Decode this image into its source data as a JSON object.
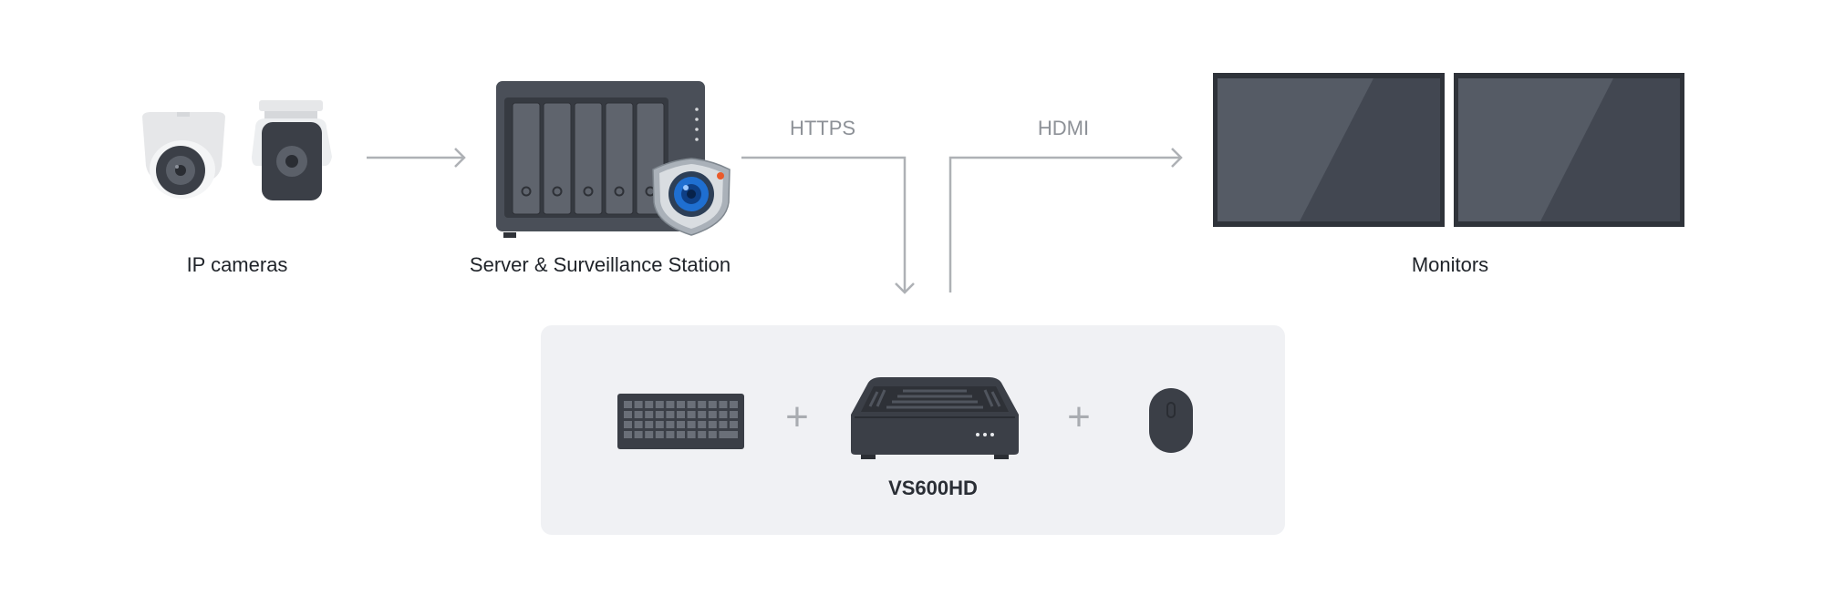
{
  "nodes": {
    "ip_cameras": {
      "label": "IP cameras"
    },
    "server": {
      "label": "Server & Surveillance Station"
    },
    "monitors": {
      "label": "Monitors"
    },
    "vs600hd": {
      "label": "VS600HD"
    }
  },
  "connections": {
    "https": "HTTPS",
    "hdmi": "HDMI"
  },
  "plus_signs": [
    "+",
    "+"
  ],
  "colors": {
    "device_dark": "#3a3e46",
    "device_mid": "#4c515a",
    "arrow": "#aeb1b5",
    "panel_bg": "#f0f1f4",
    "accent_blue": "#1f6fd1",
    "led_orange": "#ea5a2a"
  }
}
